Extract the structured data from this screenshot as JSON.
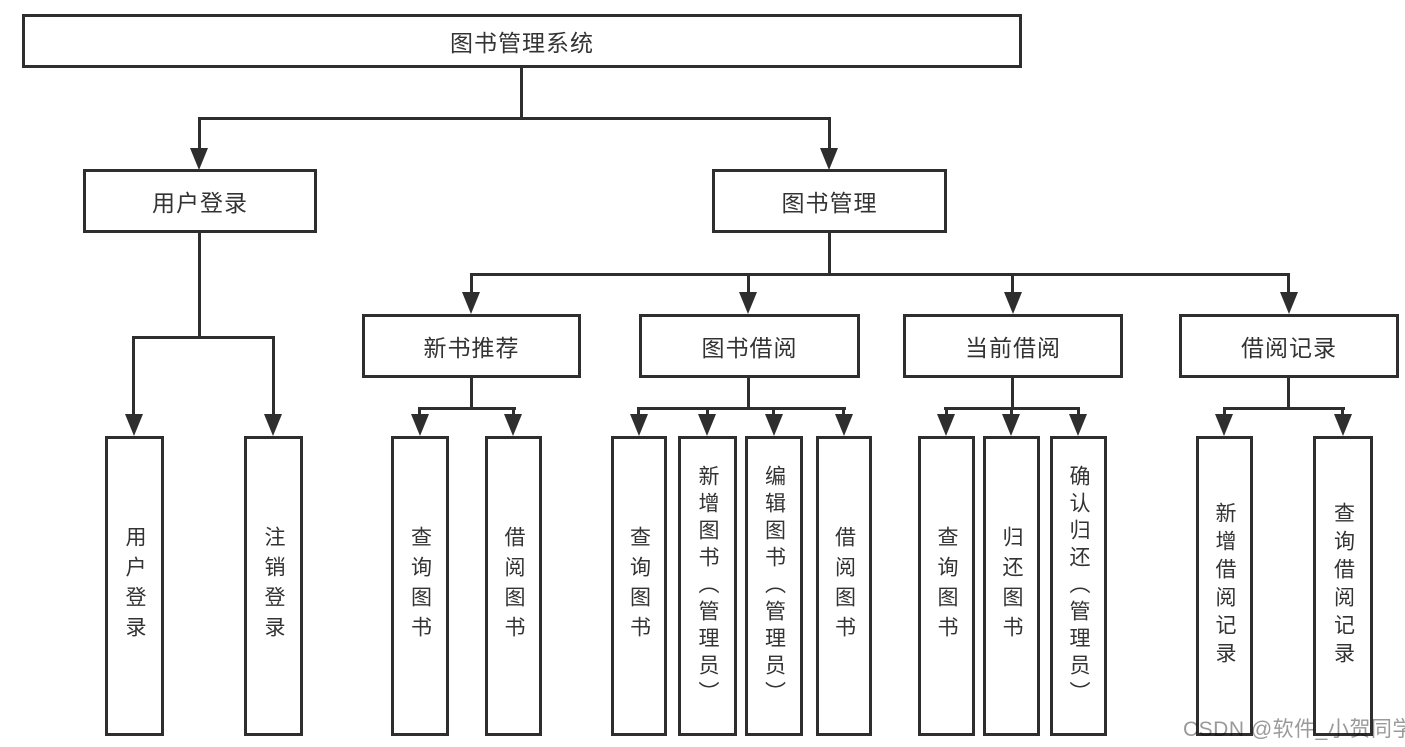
{
  "diagram": {
    "root": {
      "label": "图书管理系统"
    },
    "level2": [
      {
        "label": "用户登录"
      },
      {
        "label": "图书管理"
      }
    ],
    "level3": [
      {
        "label": "新书推荐"
      },
      {
        "label": "图书借阅"
      },
      {
        "label": "当前借阅"
      },
      {
        "label": "借阅记录"
      }
    ],
    "leaves": [
      {
        "label": "用户登录"
      },
      {
        "label": "注销登录"
      },
      {
        "label": "查询图书"
      },
      {
        "label": "借阅图书"
      },
      {
        "label": "查询图书"
      },
      {
        "label": "新增图书（管理员）"
      },
      {
        "label": "编辑图书（管理员）"
      },
      {
        "label": "借阅图书"
      },
      {
        "label": "查询图书"
      },
      {
        "label": "归还图书"
      },
      {
        "label": "确认归还（管理员）"
      },
      {
        "label": "新增借阅记录"
      },
      {
        "label": "查询借阅记录"
      }
    ]
  },
  "watermark": {
    "text": "CSDN @软件_小贺同学"
  },
  "colors": {
    "line": "#2e2e2e",
    "text": "#333333",
    "watermark": "#9a9a9a",
    "background": "#ffffff"
  }
}
